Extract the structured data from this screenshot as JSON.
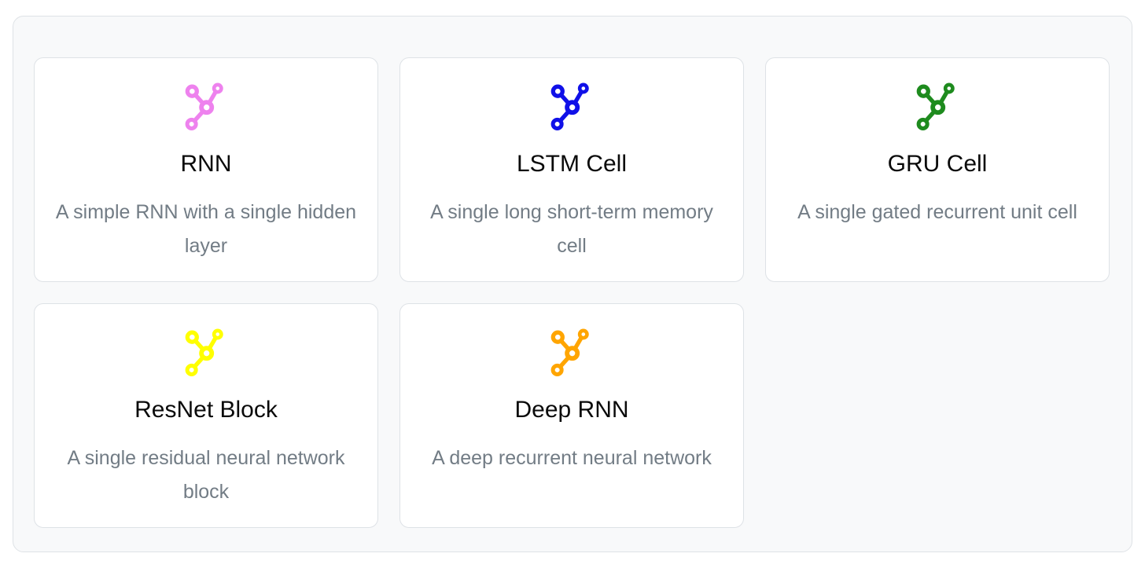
{
  "panel": {
    "background_color": "#f8f9fa",
    "border_color": "#dee2e6"
  },
  "card_style": {
    "background_color": "#ffffff",
    "border_color": "#dee2e6",
    "title_color": "#0a0a0a",
    "description_color": "#727c85"
  },
  "icon": {
    "name": "network-nodes-icon"
  },
  "cards": [
    {
      "id": "rnn",
      "title": "RNN",
      "description": "A simple RNN with a single hidden layer",
      "icon_color": "#ee82ee"
    },
    {
      "id": "lstm-cell",
      "title": "LSTM Cell",
      "description": "A single long short-term memory cell",
      "icon_color": "#1010e8"
    },
    {
      "id": "gru-cell",
      "title": "GRU Cell",
      "description": "A single gated recurrent unit cell",
      "icon_color": "#1e8b1e"
    },
    {
      "id": "resnet-block",
      "title": "ResNet Block",
      "description": "A single residual neural network block",
      "icon_color": "#ffff00"
    },
    {
      "id": "deep-rnn",
      "title": "Deep RNN",
      "description": "A deep recurrent neural network",
      "icon_color": "#ffa500"
    }
  ]
}
